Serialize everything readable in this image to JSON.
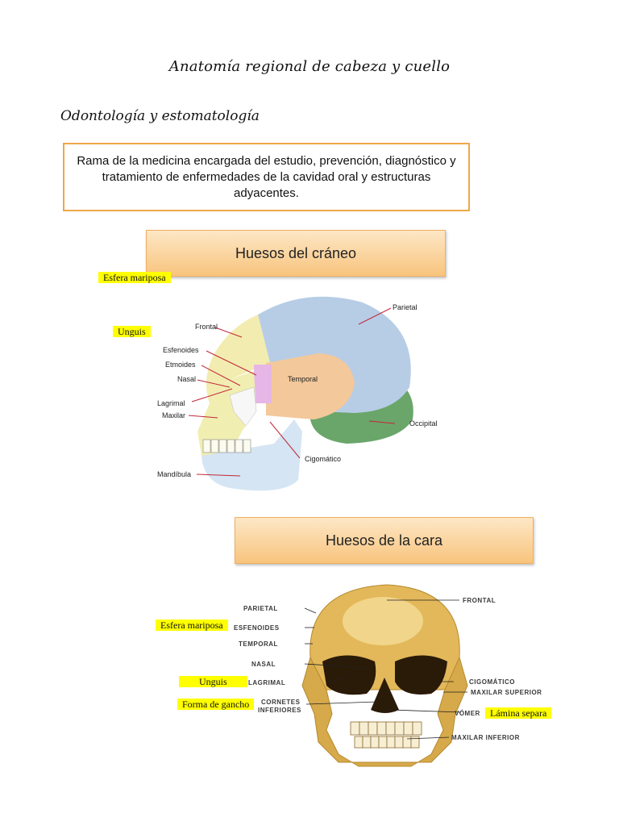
{
  "document": {
    "title": "Anatomía regional de cabeza y cuello",
    "subtitle": "Odontología y estomatología",
    "definition": "Rama de la medicina encargada del estudio, prevención, diagnóstico y tratamiento de enfermedades de la cavidad oral y estructuras adyacentes."
  },
  "skull_section": {
    "banner": "Huesos del cráneo",
    "notes": {
      "esfera": "Esfera mariposa",
      "unguis": "Unguis"
    },
    "labels": {
      "frontal": "Frontal",
      "esfenoides": "Esfenoides",
      "etmoides": "Etmoides",
      "nasal": "Nasal",
      "lagrimal": "Lagrimal",
      "maxilar": "Maxilar",
      "mandibula": "Mandíbula",
      "parietal": "Parietal",
      "temporal": "Temporal",
      "occipital": "Occipital",
      "cigomatico": "Cigomático"
    }
  },
  "face_section": {
    "banner": "Huesos de la cara",
    "notes": {
      "esfera": "Esfera mariposa",
      "unguis": "Unguis",
      "gancho": "Forma de gancho",
      "lamina": "Lámina separa"
    },
    "labels": {
      "parietal": "PARIETAL",
      "esfenoides": "ESFENOIDES",
      "temporal": "TEMPORAL",
      "nasal": "NASAL",
      "lagrimal": "LAGRIMAL",
      "cornetes1": "CORNETES",
      "cornetes2": "INFERIORES",
      "frontal": "FRONTAL",
      "cigomatico": "CIGOMÁTICO",
      "maxilar_superior": "MAXILAR SUPERIOR",
      "vomer": "VÓMER",
      "maxilar_inferior": "MAXILAR INFERIOR"
    }
  },
  "colors": {
    "banner_border": "#f0a64a",
    "highlight": "#ffff00"
  }
}
